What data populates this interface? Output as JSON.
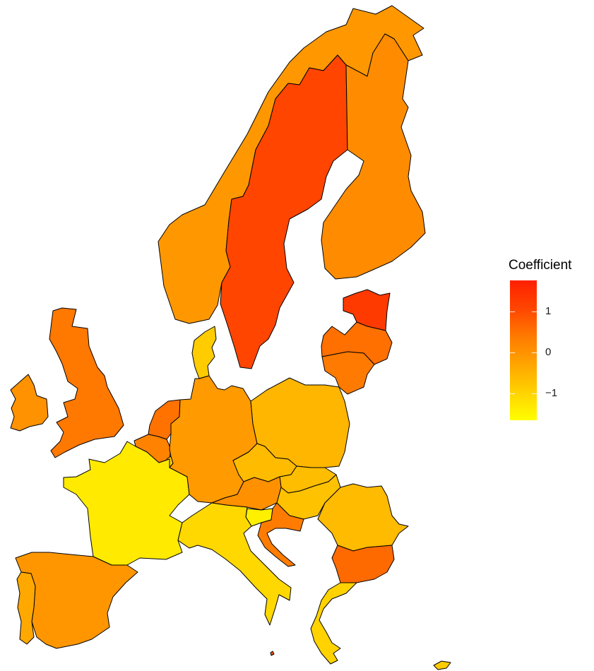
{
  "legend": {
    "title": "Coefficient",
    "ticks": [
      {
        "label": "1",
        "value": 1
      },
      {
        "label": "0",
        "value": 0
      },
      {
        "label": "−1",
        "value": -1
      }
    ],
    "range": [
      -1.65,
      1.75
    ],
    "gradient": [
      "#FFFF00",
      "#FFD200",
      "#FFA500",
      "#FF7A00",
      "#FF4500",
      "#FF2000"
    ]
  },
  "regions": [
    {
      "id": "norway",
      "value": 0.05,
      "color": "#FF9800"
    },
    {
      "id": "sweden",
      "value": 1.4,
      "color": "#FF4500"
    },
    {
      "id": "finland",
      "value": 0.0,
      "color": "#FF8C00"
    },
    {
      "id": "estonia",
      "value": 1.5,
      "color": "#FF3A00"
    },
    {
      "id": "latvia",
      "value": 0.5,
      "color": "#FF7000"
    },
    {
      "id": "lithuania",
      "value": 0.5,
      "color": "#FF7A00"
    },
    {
      "id": "denmark",
      "value": -1.0,
      "color": "#FFCC00"
    },
    {
      "id": "ireland",
      "value": 0.05,
      "color": "#FF9200"
    },
    {
      "id": "uk",
      "value": 0.45,
      "color": "#FF7800"
    },
    {
      "id": "netherlands",
      "value": 0.6,
      "color": "#FF7200"
    },
    {
      "id": "belgium",
      "value": 0.4,
      "color": "#FF8200"
    },
    {
      "id": "luxembourg",
      "value": -1.0,
      "color": "#FFD000"
    },
    {
      "id": "france",
      "value": -1.45,
      "color": "#FFEA00"
    },
    {
      "id": "germany",
      "value": 0.1,
      "color": "#FF9A00"
    },
    {
      "id": "poland",
      "value": -0.6,
      "color": "#FFB600"
    },
    {
      "id": "czechia",
      "value": -0.75,
      "color": "#FFBB00"
    },
    {
      "id": "slovakia",
      "value": -0.75,
      "color": "#FFBD00"
    },
    {
      "id": "austria",
      "value": 0.3,
      "color": "#FF9000"
    },
    {
      "id": "hungary",
      "value": -0.8,
      "color": "#FFC200"
    },
    {
      "id": "slovenia",
      "value": -1.5,
      "color": "#FFF000"
    },
    {
      "id": "croatia",
      "value": 0.5,
      "color": "#FF7C00"
    },
    {
      "id": "romania",
      "value": -0.7,
      "color": "#FFBB00"
    },
    {
      "id": "bulgaria",
      "value": 0.7,
      "color": "#FF6A00"
    },
    {
      "id": "italy",
      "value": -1.1,
      "color": "#FFD800"
    },
    {
      "id": "greece",
      "value": -1.0,
      "color": "#FFD200"
    },
    {
      "id": "spain",
      "value": 0.1,
      "color": "#FF9600"
    },
    {
      "id": "portugal",
      "value": -0.4,
      "color": "#FFA800"
    },
    {
      "id": "cyprus",
      "value": -0.9,
      "color": "#FFCC00"
    },
    {
      "id": "malta",
      "value": 1.0,
      "color": "#FF5500"
    }
  ]
}
